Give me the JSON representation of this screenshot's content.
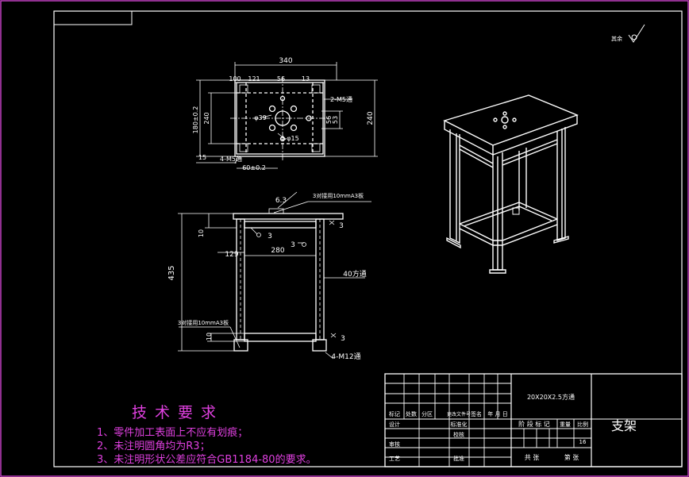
{
  "surface_mark": "其余",
  "plan_view": {
    "overall_width": "340",
    "seg_100": "100",
    "seg_121": "121",
    "seg_56": "56",
    "seg_13": "13",
    "hole_note_right": "2-M5通",
    "hole_note_bottom": "4-M5通",
    "center_hole": "φ39",
    "holes_4": "4-φ15",
    "left_outer": "180±0.2",
    "left_inner": "240",
    "right_inner": "56",
    "right_small": "53",
    "right_outer": "240",
    "bottom_15": "15",
    "bottom_60": "60±0.2"
  },
  "front_view": {
    "weld_63": "6.3",
    "top_plate_note": "3对接用10mmA3板",
    "weld_3a": "3",
    "weld_3b": "3",
    "weld_3c": "3",
    "weld_3d": "3",
    "dim_280": "280",
    "dim_129": "129",
    "dim_10_top": "10",
    "dim_435": "435",
    "dim_10_bottom": "10",
    "tube_note": "40方通",
    "foot_plate_note": "3对接用10mmA3板",
    "bolt_note": "4-M12通"
  },
  "tech_requirements": {
    "title": "技术要求",
    "line1": "1、零件加工表面上不应有划痕；",
    "line2": "2、未注明圆角均为R3；",
    "line3": "3、未注明形状公差应符合GB1184-80的要求。"
  },
  "title_block": {
    "material": "20X20X2.5方通",
    "part_name": "支架",
    "ratio_value": "16",
    "col_mark": "标记",
    "col_count": "处数",
    "col_zone": "分区",
    "col_doc": "更改文件号",
    "col_sign": "签名",
    "col_date": "年 月 日",
    "row_design": "设计",
    "row_standard": "标准化",
    "row_check": "校核",
    "row_process_review": "审核",
    "row_craft": "工艺",
    "row_approve": "批准",
    "stage_mark": "阶 段 标 记",
    "weight": "重量",
    "ratio": "比例",
    "sheet_total": "共   张",
    "sheet_no": "第   张"
  }
}
